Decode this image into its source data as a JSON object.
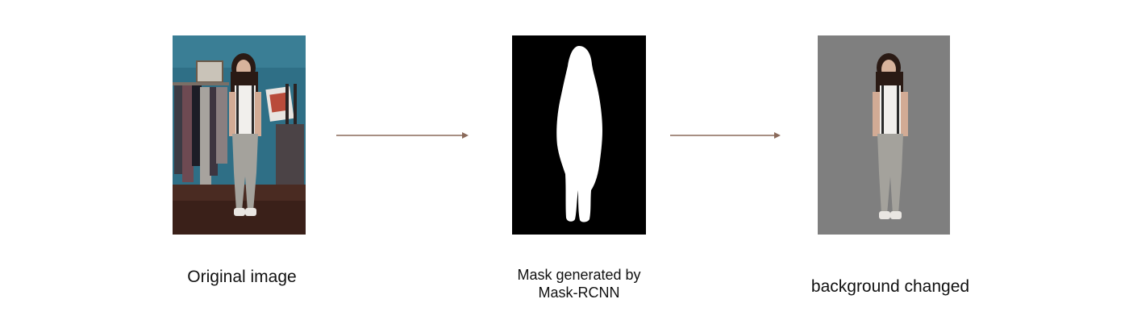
{
  "panels": {
    "original": {
      "caption": "Original image"
    },
    "mask": {
      "caption_line1": "Mask generated by",
      "caption_line2": "Mask-RCNN"
    },
    "result": {
      "caption": "background changed"
    }
  },
  "colors": {
    "arrow": "#8a6a5a",
    "mask_background": "#000000",
    "mask_foreground": "#ffffff",
    "replaced_background": "#7f7f7f",
    "original_wall": "#2f6f86",
    "original_floor": "#4a2b22"
  }
}
